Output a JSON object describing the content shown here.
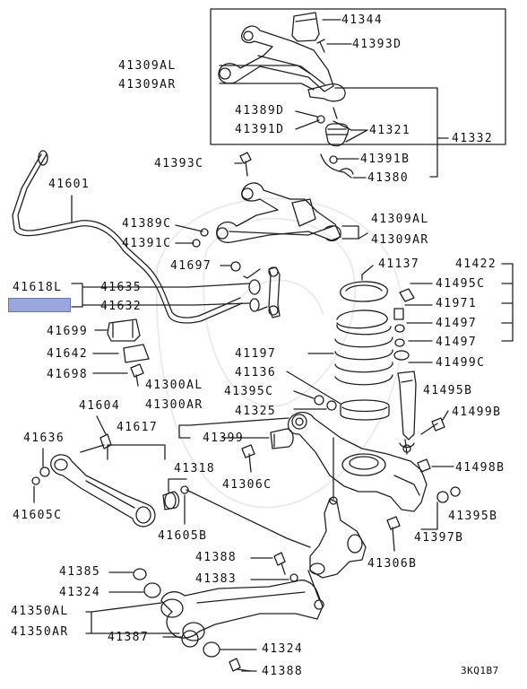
{
  "diagram_code": "3KQ1B7",
  "highlight_color": "#9aa7dc",
  "labels": {
    "p41344": "41344",
    "p41393D": "41393D",
    "p41309AL_top": "41309AL",
    "p41309AR_top": "41309AR",
    "p41389D": "41389D",
    "p41391D": "41391D",
    "p41321": "41321",
    "p41332": "41332",
    "p41391B": "41391B",
    "p41380": "41380",
    "p41393C": "41393C",
    "p41601": "41601",
    "p41389C": "41389C",
    "p41391C": "41391C",
    "p41309AL_mid": "41309AL",
    "p41309AR_mid": "41309AR",
    "p41697": "41697",
    "p41137": "41137",
    "p41422": "41422",
    "p41618L": "41618L",
    "p41635": "41635",
    "p41632": "41632",
    "p41495C": "41495C",
    "p41971": "41971",
    "p41497a": "41497",
    "p41497b": "41497",
    "p41499C": "41499C",
    "p41699": "41699",
    "p41642": "41642",
    "p41698": "41698",
    "p41197": "41197",
    "p41136": "41136",
    "p41300AL": "41300AL",
    "p41300AR": "41300AR",
    "p41395C": "41395C",
    "p41325": "41325",
    "p41495B": "41495B",
    "p41499B": "41499B",
    "p41604": "41604",
    "p41617": "41617",
    "p41399": "41399",
    "p41636": "41636",
    "p41318": "41318",
    "p41306C": "41306C",
    "p41498B": "41498B",
    "p41605C": "41605C",
    "p41605B": "41605B",
    "p41395B": "41395B",
    "p41397B": "41397B",
    "p41388_top": "41388",
    "p41383": "41383",
    "p41306B": "41306B",
    "p41385": "41385",
    "p41324_top": "41324",
    "p41350AL": "41350AL",
    "p41350AR": "41350AR",
    "p41387": "41387",
    "p41324_bot": "41324",
    "p41388_bot": "41388"
  }
}
